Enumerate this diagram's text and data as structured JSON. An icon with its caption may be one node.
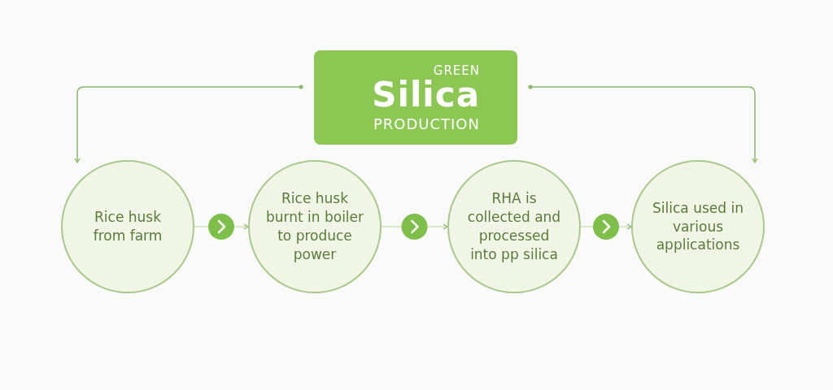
{
  "diagram": {
    "nodes": [
      {
        "text": [
          "GREEN",
          "Silica",
          "PRODUCTION"
        ]
      },
      {
        "text": [
          "Rice husk from farm"
        ]
      },
      {
        "text": [
          "Rice husk burnt in boiler to produce power"
        ]
      },
      {
        "text": [
          "RHA is collected and processed into pp silica"
        ]
      },
      {
        "text": [
          "Silica used in various applications"
        ]
      }
    ],
    "edges": [
      {
        "from": 0,
        "to": 1,
        "arrow": "to"
      },
      {
        "from": 1,
        "to": 2,
        "arrow": "to"
      },
      {
        "from": 2,
        "to": 3,
        "arrow": "to"
      },
      {
        "from": 3,
        "to": 4,
        "arrow": "to"
      },
      {
        "from": 0,
        "to": 4,
        "arrow": "to"
      }
    ]
  }
}
